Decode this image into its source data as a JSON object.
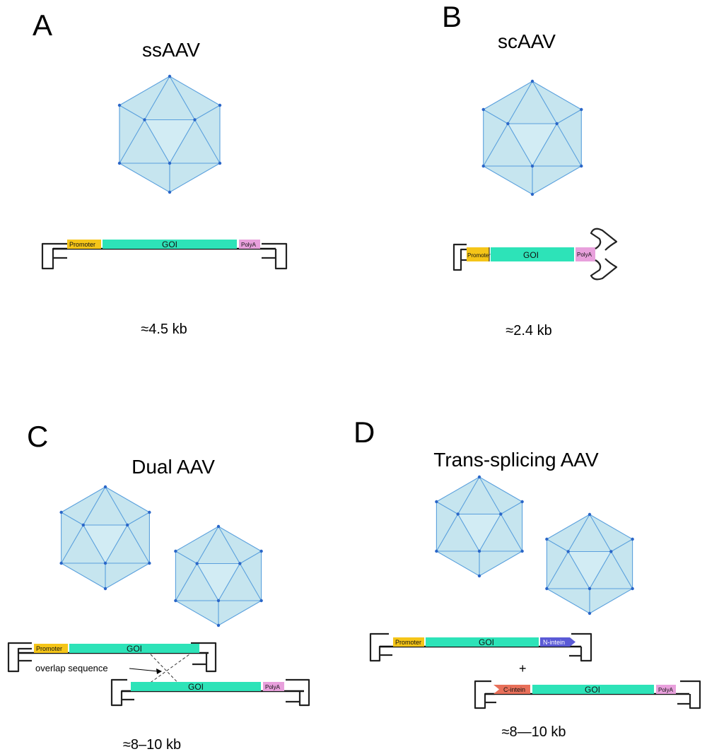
{
  "panels": {
    "A": {
      "letter": "A",
      "title": "ssAAV",
      "size": "≈4.5 kb"
    },
    "B": {
      "letter": "B",
      "title": "scAAV",
      "size": "≈2.4 kb"
    },
    "C": {
      "letter": "C",
      "title": "Dual AAV",
      "size": "≈8–10 kb"
    },
    "D": {
      "letter": "D",
      "title": "Trans-splicing AAV",
      "size": "≈8—10 kb"
    }
  },
  "labels": {
    "promoter": "Promoter",
    "goi": "GOI",
    "polya": "PolyA",
    "n_intein": "N-intein",
    "c_intein": "C-intein",
    "overlap": "overlap sequence",
    "plus": "+"
  },
  "colors": {
    "promoter": "#f5c518",
    "goi": "#2de3b8",
    "polya": "#e8a0dc",
    "n_intein": "#5a5ad6",
    "c_intein": "#e8705a",
    "capsid_fill": "#b3dcea",
    "capsid_edge": "#5aa0dd",
    "capsid_vertex": "#2a66c8"
  },
  "icons": {
    "capsid": "icosahedral-capsid-icon",
    "itr": "itr-hairpin-icon"
  }
}
